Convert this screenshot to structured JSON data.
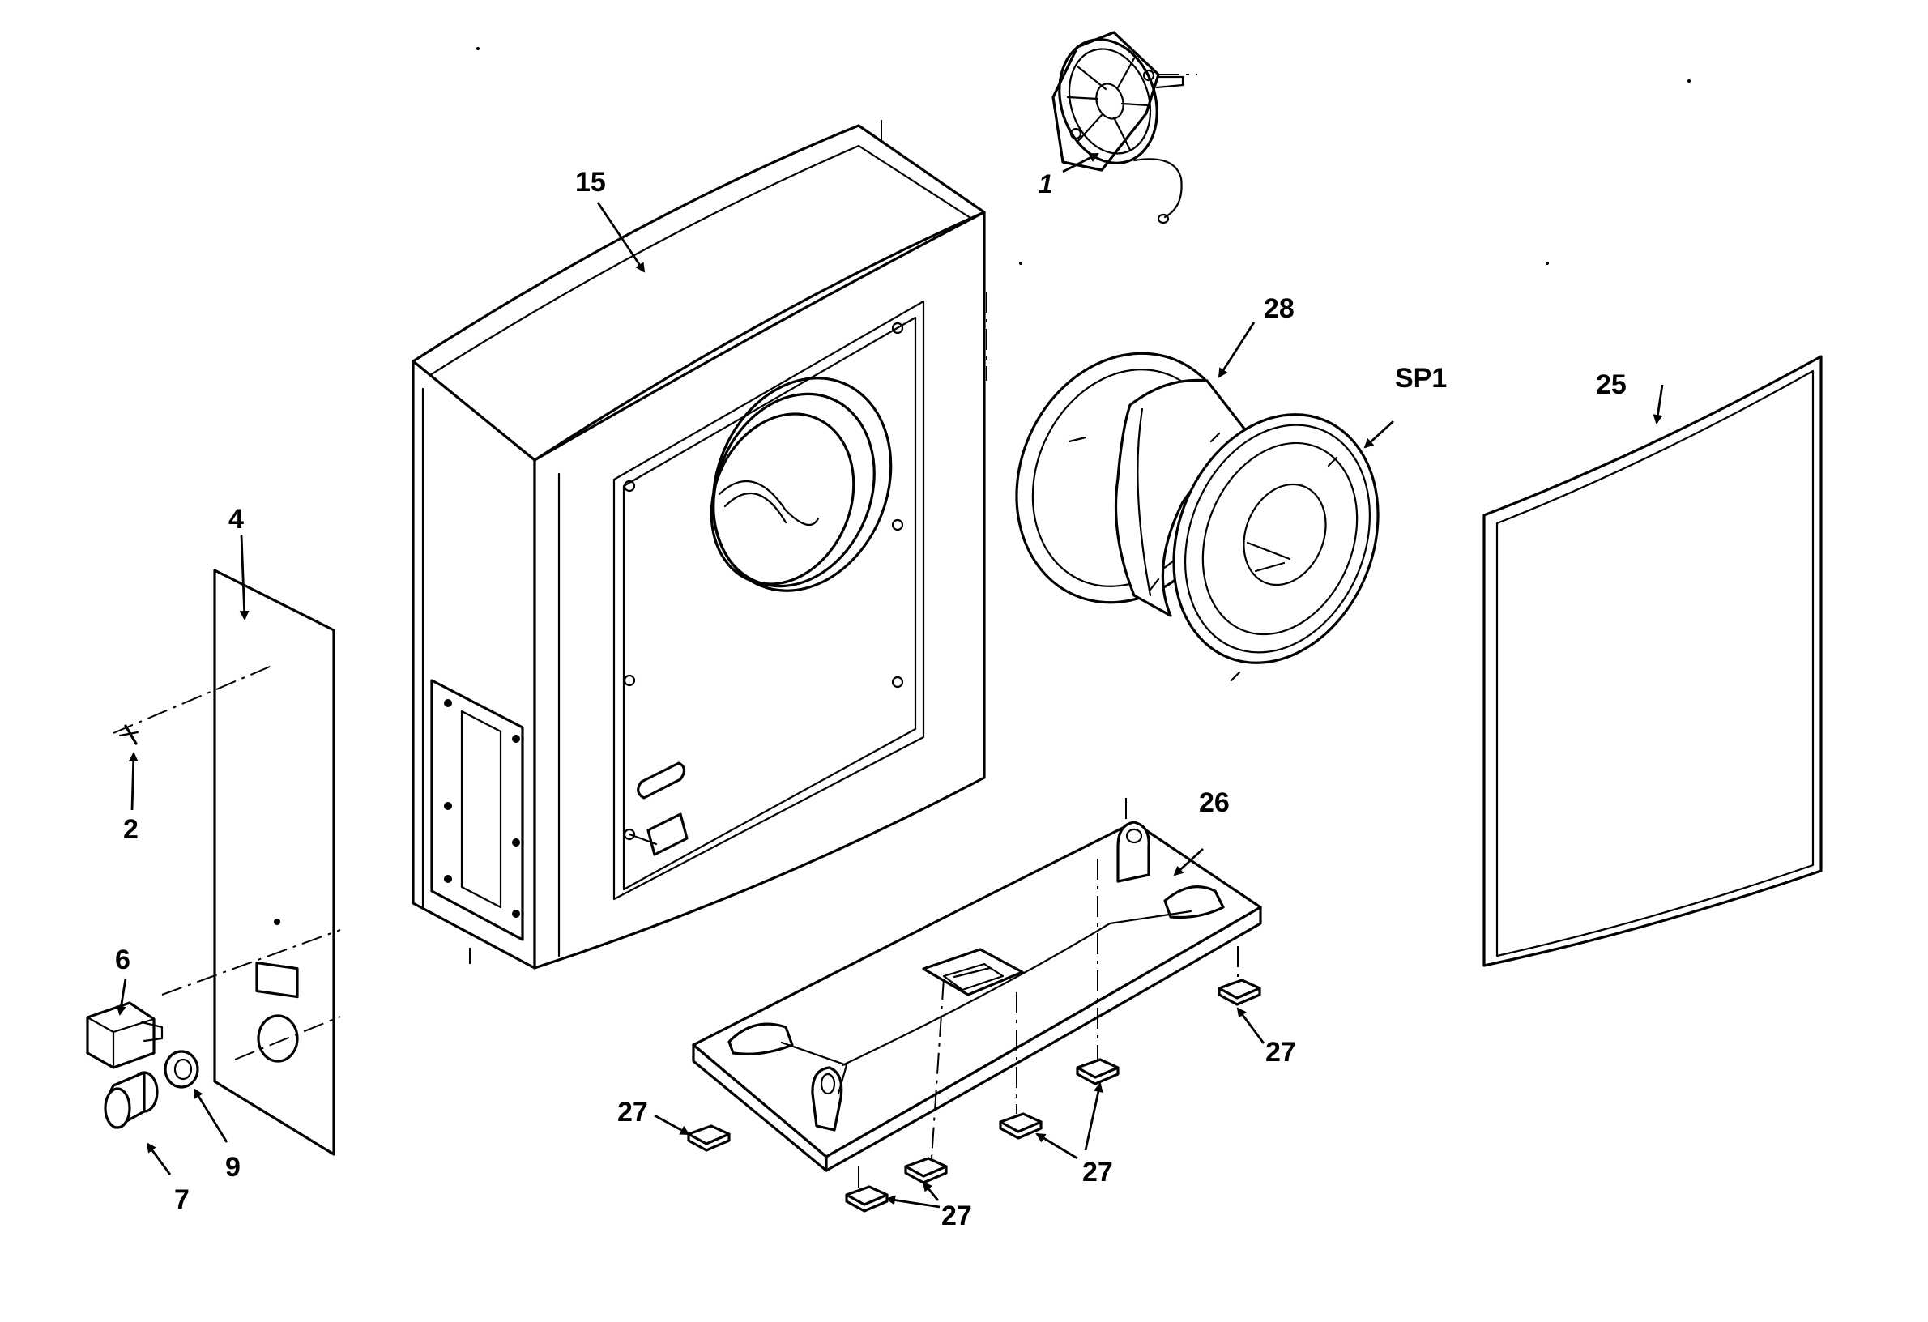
{
  "labels": {
    "fan": "1",
    "screw": "2",
    "panel": "4",
    "switch": "6",
    "knob": "7",
    "nut": "9",
    "cabinet": "15",
    "grille": "25",
    "base": "26",
    "foot_right": "27",
    "foot_left": "27",
    "foot_mid": "27",
    "foot_bottom": "27",
    "woofer_frame": "28",
    "speaker": "SP1"
  }
}
